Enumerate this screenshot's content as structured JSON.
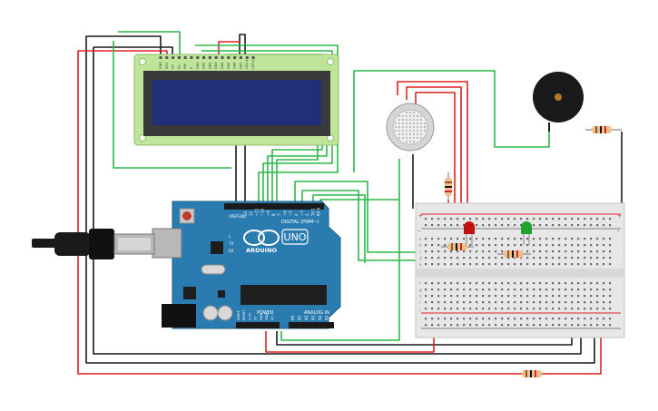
{
  "lcd": {
    "pin_labels": [
      "GND",
      "VCC",
      "V0",
      "RS",
      "RW",
      "E",
      "DB0",
      "DB1",
      "DB2",
      "DB3",
      "DB4",
      "DB5",
      "DB6",
      "DB7",
      "LED A",
      "LED K"
    ]
  },
  "arduino": {
    "brand": "ARDUINO",
    "model": "UNO",
    "digital_label": "DIGITAL (PWM~)",
    "power_label": "POWER",
    "analog_label": "ANALOG IN",
    "aref": "AREF",
    "gnd": "GND",
    "led_tx": "TX",
    "led_rx": "RX",
    "led_l": "L",
    "digital_pins": [
      "13",
      "12",
      "~11",
      "~10",
      "~9",
      "8",
      "7",
      "~6",
      "~5",
      "4",
      "~3",
      "2",
      "TX 1",
      "RX 0"
    ],
    "power_pins": [
      "IOREF",
      "RESET",
      "3.3V",
      "5V",
      "GND",
      "GND",
      "Vin"
    ],
    "analog_pins": [
      "A0",
      "A1",
      "A2",
      "A3",
      "A4",
      "A5"
    ]
  },
  "breadboard": {
    "top_rows": [
      "a",
      "b",
      "c",
      "d",
      "e"
    ],
    "bottom_rows": [
      "f",
      "g",
      "h",
      "i",
      "j"
    ],
    "rail_plus": "+",
    "rail_minus": "-"
  },
  "colors": {
    "wire_red": "#e02020",
    "wire_black": "#1a1a1a",
    "wire_green": "#2db84a",
    "board_teal": "#2a7bb0",
    "lcd_screen": "#1f2f7a",
    "lcd_board": "#bfe59a",
    "breadboard": "#e7e7e7",
    "led_red": "#c21010",
    "led_green": "#1fa330"
  },
  "components": {
    "buzzer": "buzzer-icon",
    "gas_sensor": "gas-sensor-icon",
    "usb": "usb-cable-icon"
  }
}
